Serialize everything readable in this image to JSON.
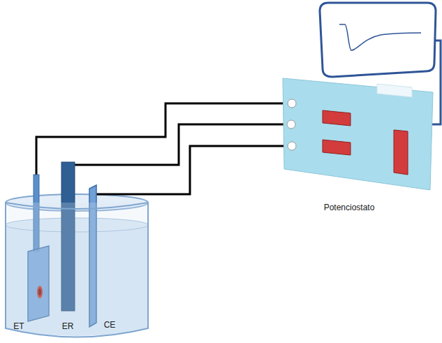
{
  "diagram": {
    "nodes": [
      {
        "text": [
          "Potenciostato"
        ]
      }
    ],
    "labels": [
      "ET",
      "ER",
      "CE"
    ]
  }
}
